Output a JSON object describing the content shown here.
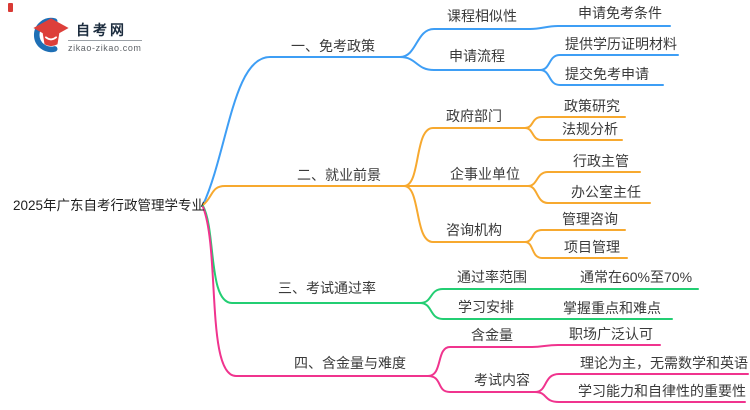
{
  "logo": {
    "name": "自考网",
    "domain": "zikao-zikao.com"
  },
  "root": "2025年广东自考行政管理学专业",
  "colors": {
    "branch1": "#3e9ef5",
    "branch2": "#f7a92f",
    "branch3": "#23ce73",
    "branch4": "#f0348e",
    "brand_blue": "#1e6fb5",
    "brand_red": "#dd3f3a"
  },
  "branches": [
    {
      "label": "一、免考政策",
      "children": [
        {
          "label": "课程相似性",
          "leaves": [
            "申请免考条件"
          ]
        },
        {
          "label": "申请流程",
          "leaves": [
            "提供学历证明材料",
            "提交免考申请"
          ]
        }
      ]
    },
    {
      "label": "二、就业前景",
      "children": [
        {
          "label": "政府部门",
          "leaves": [
            "政策研究",
            "法规分析"
          ]
        },
        {
          "label": "企事业单位",
          "leaves": [
            "行政主管",
            "办公室主任"
          ]
        },
        {
          "label": "咨询机构",
          "leaves": [
            "管理咨询",
            "项目管理"
          ]
        }
      ]
    },
    {
      "label": "三、考试通过率",
      "children": [
        {
          "label": "通过率范围",
          "leaves": [
            "通常在60%至70%"
          ]
        },
        {
          "label": "学习安排",
          "leaves": [
            "掌握重点和难点"
          ]
        }
      ]
    },
    {
      "label": "四、含金量与难度",
      "children": [
        {
          "label": "含金量",
          "leaves": [
            "职场广泛认可"
          ]
        },
        {
          "label": "考试内容",
          "leaves": [
            "理论为主，无需数学和英语",
            "学习能力和自律性的重要性"
          ]
        }
      ]
    }
  ]
}
